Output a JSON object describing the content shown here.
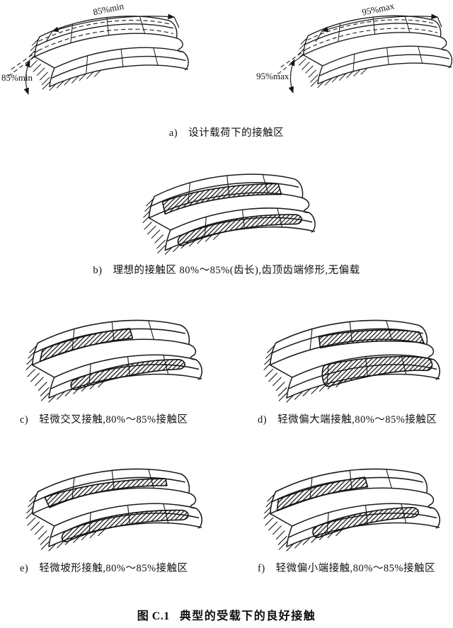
{
  "colors": {
    "ink": "#1b1b1b",
    "paper": "#ffffff"
  },
  "diagrams": {
    "a_left": {
      "top_label": "85%min",
      "side_label": "85%min"
    },
    "a_right": {
      "top_label": "95%max",
      "side_label": "95%max"
    }
  },
  "captions": {
    "a": {
      "letter": "a)",
      "text": "设计载荷下的接触区"
    },
    "b": {
      "letter": "b)",
      "text": "理想的接触区 80%～85%(齿长),齿顶齿端修形,无偏载"
    },
    "c": {
      "letter": "c)",
      "text": "轻微交叉接触,80%～85%接触区"
    },
    "d": {
      "letter": "d)",
      "text": "轻微偏大端接触,80%～85%接触区"
    },
    "e": {
      "letter": "e)",
      "text": "轻微坡形接触,80%～85%接触区"
    },
    "f": {
      "letter": "f)",
      "text": "轻微偏小端接触,80%～85%接触区"
    }
  },
  "figure_title": {
    "label": "图 C.1",
    "text": "典型的受载下的良好接触"
  }
}
